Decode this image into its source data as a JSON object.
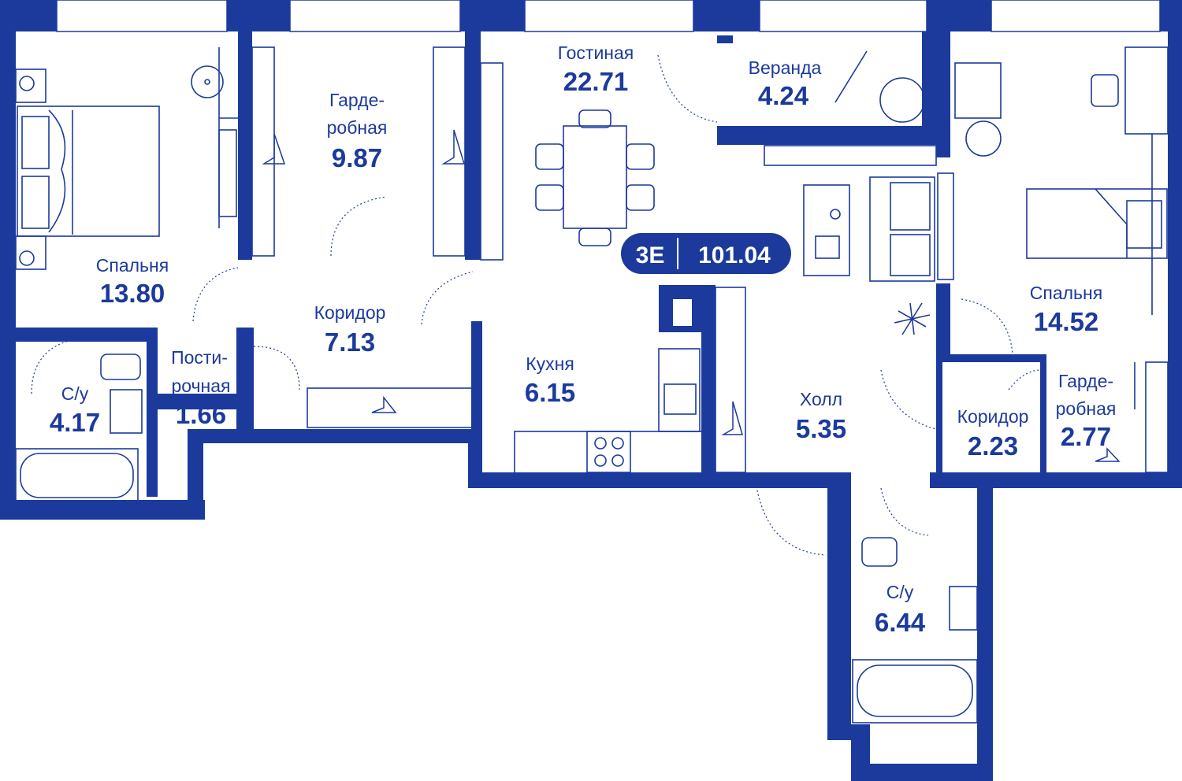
{
  "colors": {
    "plan": "#1B3A9C",
    "background": "#FFFFFF"
  },
  "badge": {
    "type": "3E",
    "total_area": "101.04"
  },
  "rooms": {
    "bedroom1": {
      "name": "Спальня",
      "area": "13.80"
    },
    "wardrobe1": {
      "name_line1": "Гарде-",
      "name_line2": "робная",
      "area": "9.87"
    },
    "living": {
      "name": "Гостиная",
      "area": "22.71"
    },
    "veranda": {
      "name": "Веранда",
      "area": "4.24"
    },
    "bedroom2": {
      "name": "Спальня",
      "area": "14.52"
    },
    "corridor1": {
      "name": "Коридор",
      "area": "7.13"
    },
    "bath1": {
      "name": "С/у",
      "area": "4.17"
    },
    "laundry": {
      "name_line1": "Пости-",
      "name_line2": "рочная",
      "area": "1.66"
    },
    "kitchen": {
      "name": "Кухня",
      "area": "6.15"
    },
    "hall": {
      "name": "Холл",
      "area": "5.35"
    },
    "corridor2": {
      "name": "Коридор",
      "area": "2.23"
    },
    "wardrobe2": {
      "name_line1": "Гарде-",
      "name_line2": "робная",
      "area": "2.77"
    },
    "bath2": {
      "name": "С/у",
      "area": "6.44"
    }
  },
  "icons": [
    "bed-icon",
    "dining-table-icon",
    "sofa-icon",
    "armchair-icon",
    "desk-icon",
    "hanger-icon",
    "toilet-icon",
    "sink-icon",
    "bathtub-icon",
    "stove-icon",
    "washing-machine-icon",
    "plant-icon",
    "door-swing-icon",
    "window-icon"
  ]
}
